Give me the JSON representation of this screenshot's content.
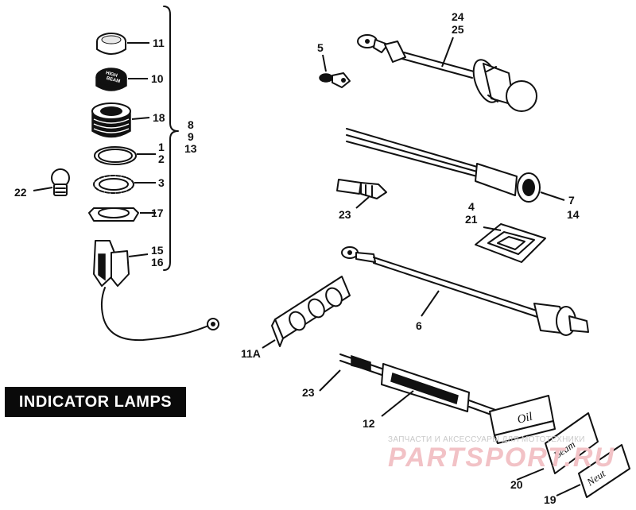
{
  "diagram": {
    "title": "INDICATOR LAMPS",
    "callouts": [
      {
        "id": "c11",
        "text": "11"
      },
      {
        "id": "c10",
        "text": "10"
      },
      {
        "id": "c18",
        "text": "18"
      },
      {
        "id": "c1",
        "text": "1"
      },
      {
        "id": "c2",
        "text": "2"
      },
      {
        "id": "c3",
        "text": "3"
      },
      {
        "id": "c17",
        "text": "17"
      },
      {
        "id": "c15",
        "text": "15"
      },
      {
        "id": "c16",
        "text": "16"
      },
      {
        "id": "c8",
        "text": "8"
      },
      {
        "id": "c9",
        "text": "9"
      },
      {
        "id": "c13",
        "text": "13"
      },
      {
        "id": "c22",
        "text": "22"
      },
      {
        "id": "c24",
        "text": "24"
      },
      {
        "id": "c25",
        "text": "25"
      },
      {
        "id": "c5",
        "text": "5"
      },
      {
        "id": "c7",
        "text": "7"
      },
      {
        "id": "c14",
        "text": "14"
      },
      {
        "id": "c23a",
        "text": "23"
      },
      {
        "id": "c4",
        "text": "4"
      },
      {
        "id": "c21",
        "text": "21"
      },
      {
        "id": "c6",
        "text": "6"
      },
      {
        "id": "c11a",
        "text": "11A"
      },
      {
        "id": "c23b",
        "text": "23"
      },
      {
        "id": "c12",
        "text": "12"
      },
      {
        "id": "c20",
        "text": "20"
      },
      {
        "id": "c19",
        "text": "19"
      }
    ],
    "cap_text": [
      "HIGH",
      "BEAM"
    ],
    "lens_labels": {
      "oil": "Oil",
      "beam": "Beam",
      "neutral": "Neut"
    }
  },
  "watermark": {
    "caption": "ЗАПЧАСТИ И АКСЕССУАРЫ ДЛЯ МОТОТЕХНИКИ",
    "brand": "PARTSPORT.RU"
  }
}
